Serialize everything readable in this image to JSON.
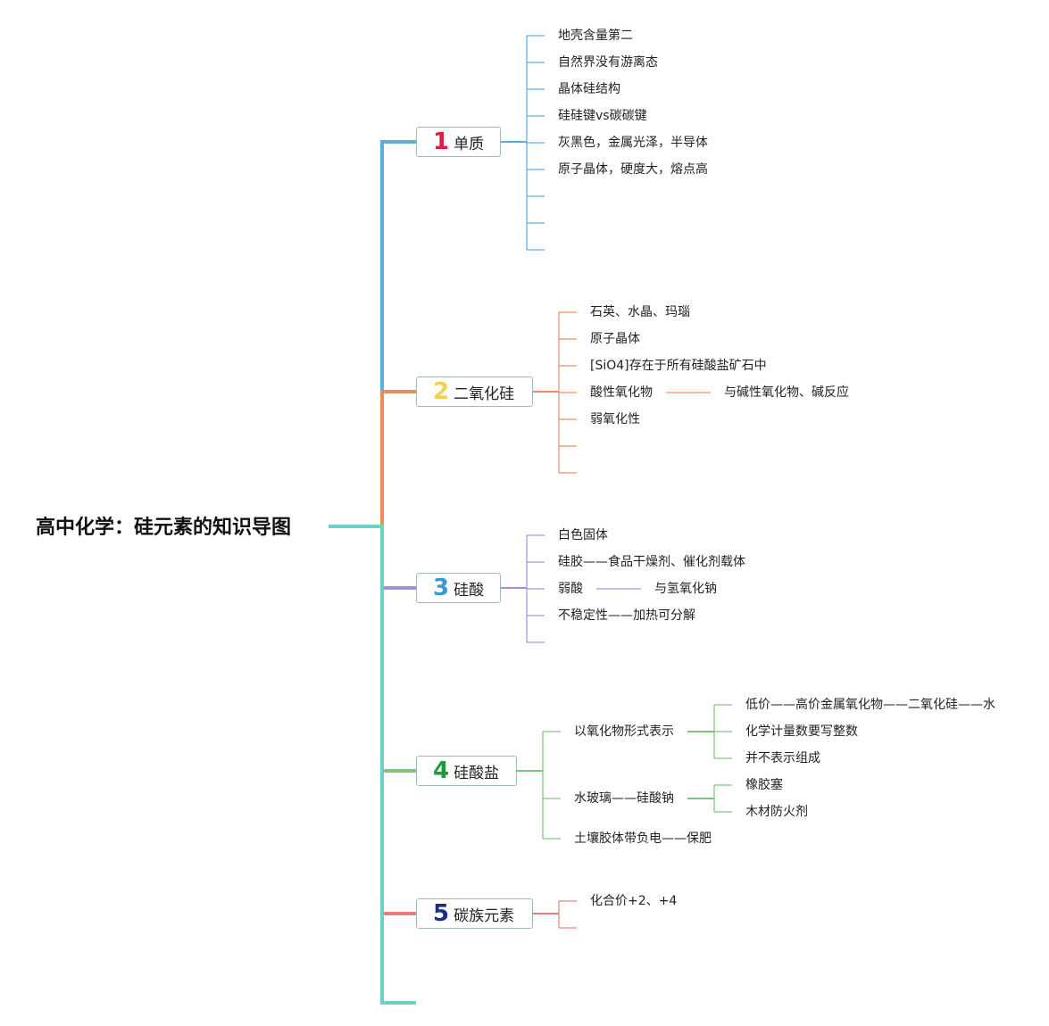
{
  "root": {
    "title": "高中化学：硅元素的知识导图"
  },
  "branches": [
    {
      "number": "1",
      "label": "单质",
      "color": "#5aaedc",
      "num_color": "#d6213f",
      "items": [
        "地壳含量第二",
        "自然界没有游离态",
        "晶体硅结构",
        "硅硅键vs碳碳键",
        "灰黑色，金属光泽，半导体",
        "原子晶体，硬度大，熔点高",
        "",
        "",
        ""
      ]
    },
    {
      "number": "2",
      "label": "二氧化硅",
      "color": "#ec8c5c",
      "num_color": "#f2d24d",
      "items": [
        "石英、水晶、玛瑙",
        "原子晶体",
        "[SiO4]存在于所有硅酸盐矿石中",
        "酸性氧化物",
        "弱氧化性",
        "",
        ""
      ],
      "sub": {
        "3": "与碱性氧化物、碱反应"
      }
    },
    {
      "number": "3",
      "label": "硅酸",
      "color": "#a58fd8",
      "num_color": "#3a97d6",
      "items": [
        "白色固体",
        "硅胶——食品干燥剂、催化剂载体",
        "弱酸",
        "不稳定性——加热可分解",
        ""
      ],
      "sub": {
        "2": "与氢氧化钠"
      }
    },
    {
      "number": "4",
      "label": "硅酸盐",
      "color": "#7cc47c",
      "num_color": "#1e9b36",
      "groups": [
        {
          "label": "以氧化物形式表示",
          "children": [
            "低价——高价金属氧化物——二氧化硅——水",
            "化学计量数要写整数",
            "并不表示组成"
          ]
        },
        {
          "label": "水玻璃——硅酸钠",
          "children": [
            "橡胶塞",
            "木材防火剂"
          ]
        },
        {
          "label": "土壤胶体带负电——保肥",
          "children": []
        }
      ]
    },
    {
      "number": "5",
      "label": "碳族元素",
      "color": "#f07a7a",
      "num_color": "#1a2e86",
      "items": [
        "化合价+2、+4",
        ""
      ]
    }
  ]
}
